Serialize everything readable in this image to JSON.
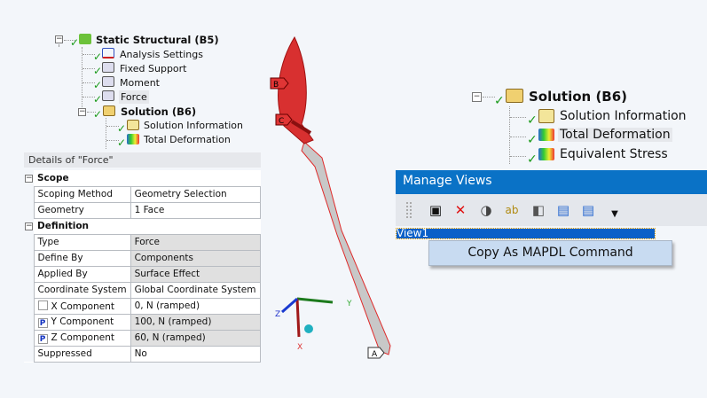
{
  "left_tree": {
    "root": "Static Structural (B5)",
    "items": [
      "Analysis Settings",
      "Fixed Support",
      "Moment",
      "Force"
    ],
    "solution": "Solution (B6)",
    "solution_items": [
      "Solution Information",
      "Total Deformation"
    ]
  },
  "details": {
    "title": "Details of \"Force\"",
    "sections": [
      {
        "name": "Scope",
        "rows": [
          [
            "Scoping Method",
            "Geometry Selection"
          ],
          [
            "Geometry",
            "1 Face"
          ]
        ]
      },
      {
        "name": "Definition",
        "rows": [
          [
            "Type",
            "Force"
          ],
          [
            "Define By",
            "Components"
          ],
          [
            "Applied By",
            "Surface Effect"
          ],
          [
            "Coordinate System",
            "Global Coordinate System"
          ],
          [
            "X Component",
            "0, N  (ramped)"
          ],
          [
            "Y Component",
            "100, N  (ramped)"
          ],
          [
            "Z Component",
            "60, N  (ramped)"
          ],
          [
            "Suppressed",
            "No"
          ]
        ]
      }
    ],
    "param_flag": "P"
  },
  "model": {
    "labels": [
      "A",
      "B",
      "C"
    ],
    "axes": [
      "X",
      "Y",
      "Z"
    ],
    "color": "#e02a2a"
  },
  "right_tree": {
    "solution": "Solution (B6)",
    "items": [
      "Solution Information",
      "Total Deformation",
      "Equivalent Stress"
    ]
  },
  "manage_views": {
    "title": "Manage Views",
    "toolbar": [
      "add-view-icon",
      "delete-icon",
      "apply-view-icon",
      "rename-icon",
      "edit-view-icon",
      "export-icon",
      "import-icon",
      "dropdown-icon"
    ],
    "view": "View1",
    "context_menu": [
      "Copy As MAPDL Command"
    ],
    "accent": "#0a72c6"
  }
}
